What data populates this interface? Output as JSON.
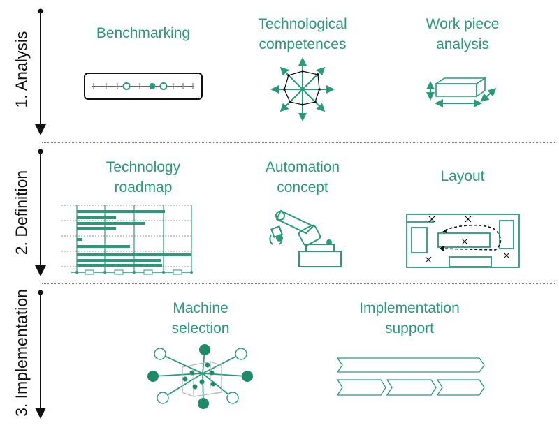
{
  "colors": {
    "accent": "#2a9a7a",
    "accent_dark": "#1e8a66",
    "axis": "#111111"
  },
  "phases": [
    {
      "label": "1. Analysis"
    },
    {
      "label": "2. Definition"
    },
    {
      "label": "3. Implementation"
    }
  ],
  "steps": {
    "benchmarking": {
      "line1": "Benchmarking"
    },
    "tech_competences": {
      "line1": "Technological",
      "line2": "competences"
    },
    "work_piece": {
      "line1": "Work piece",
      "line2": "analysis"
    },
    "tech_roadmap": {
      "line1": "Technology",
      "line2": "roadmap"
    },
    "automation": {
      "line1": "Automation",
      "line2": "concept"
    },
    "layout": {
      "line1": "Layout"
    },
    "machine_selection": {
      "line1": "Machine",
      "line2": "selection"
    },
    "impl_support": {
      "line1": "Implementation",
      "line2": "support"
    }
  }
}
